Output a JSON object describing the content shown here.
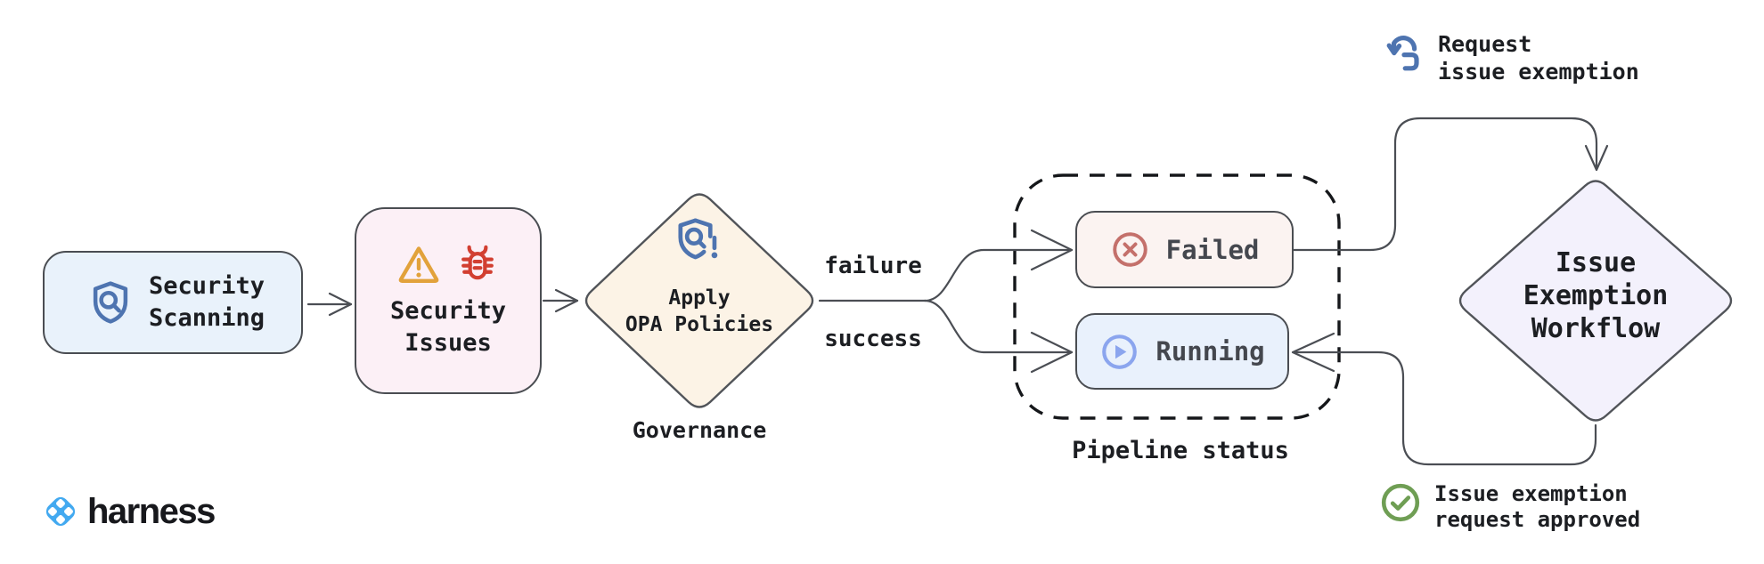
{
  "diagram": {
    "nodes": {
      "security_scanning": {
        "label": "Security\nScanning",
        "icon": "shield-search-icon",
        "fill": "#e9f2fb"
      },
      "security_issues": {
        "label": "Security\nIssues",
        "icons": [
          "warning-triangle-icon",
          "bug-icon"
        ],
        "fill": "#fcf0f6"
      },
      "apply_opa_policies": {
        "label": "Apply\nOPA Policies",
        "caption": "Governance",
        "icon": "shield-search-alert-icon",
        "shape": "diamond",
        "fill": "#fcf3e6"
      },
      "failed": {
        "label": "Failed",
        "icon": "circle-x-icon",
        "fill": "#fbf3f1"
      },
      "running": {
        "label": "Running",
        "icon": "circle-play-icon",
        "fill": "#e9f1fc"
      },
      "issue_exemption_workflow": {
        "label": "Issue\nExemption\nWorkflow",
        "shape": "diamond",
        "fill": "#f3f1fc"
      }
    },
    "group": {
      "caption": "Pipeline status",
      "style": "dashed"
    },
    "edge_labels": {
      "failure": "failure",
      "success": "success"
    },
    "annotations": {
      "request_exemption": {
        "label": "Request\nissue exemption",
        "icon": "tap-request-icon",
        "icon_color": "#4e74b0"
      },
      "approved": {
        "label": "Issue exemption\nrequest approved",
        "icon": "circle-check-icon",
        "icon_color": "#6f9e54"
      }
    }
  },
  "brand": {
    "name": "harness",
    "logo_icon": "harness-logo-icon",
    "logo_color": "#42a9f0"
  },
  "colors": {
    "stroke": "#4b4e54",
    "text": "#1c1e22",
    "icon_blue": "#4e74b0",
    "warning_orange": "#e2a23b",
    "bug_red": "#d23f31",
    "failed_red": "#c4706b",
    "running_blue": "#8ba5ee",
    "approved_green": "#6f9e54"
  }
}
